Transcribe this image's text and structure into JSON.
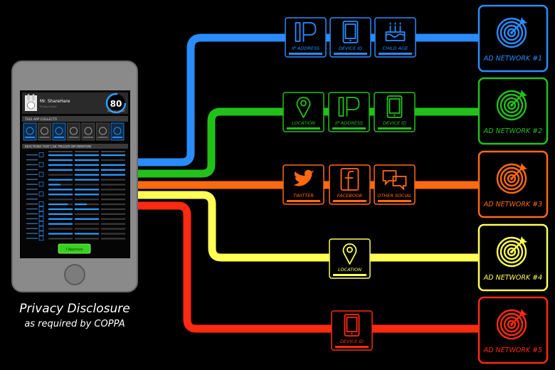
{
  "caption": {
    "title": "Privacy Disclosure",
    "subtitle": "as required by COPPA"
  },
  "phone": {
    "user_name": "Mr. ShareHare",
    "user_sub": "Privacy Score",
    "score": "80",
    "score_sub": "ADVISORY SCORE",
    "collects_title": "THIS APP COLLECTS",
    "reactions_title": "REACTIONS THAT CAN TRIGGER INFORMATION",
    "button": "I Approve"
  },
  "colors": {
    "ad1": "#2a8cff",
    "ad2": "#22c11a",
    "ad3": "#ff6a10",
    "ad4": "#ffff55",
    "ad5": "#ff2a10"
  },
  "networks": [
    {
      "label": "AD NETWORK #1",
      "color": "#2a8cff",
      "icon": "target-icon"
    },
    {
      "label": "AD NETWORK #2",
      "color": "#22c11a",
      "icon": "target-icon"
    },
    {
      "label": "AD NETWORK #3",
      "color": "#ff6a10",
      "icon": "target-icon"
    },
    {
      "label": "AD NETWORK #4",
      "color": "#ffff55",
      "icon": "target-icon"
    },
    {
      "label": "AD NETWORK #5",
      "color": "#ff2a10",
      "icon": "target-icon"
    }
  ],
  "data_items": [
    {
      "network": 0,
      "label": "IP ADDRESS",
      "icon": "ip-icon"
    },
    {
      "network": 0,
      "label": "DEVICE ID",
      "icon": "tablet-icon"
    },
    {
      "network": 0,
      "label": "CHILD AGE",
      "icon": "cake-icon"
    },
    {
      "network": 1,
      "label": "LOCATION",
      "icon": "location-pin-icon"
    },
    {
      "network": 1,
      "label": "IP ADDRESS",
      "icon": "ip-icon"
    },
    {
      "network": 1,
      "label": "DEVICE ID",
      "icon": "tablet-icon"
    },
    {
      "network": 2,
      "label": "TWITTER",
      "icon": "twitter-bird-icon"
    },
    {
      "network": 2,
      "label": "FACEBOOK",
      "icon": "facebook-icon"
    },
    {
      "network": 2,
      "label": "OTHER SOCIAL",
      "icon": "speech-bubbles-icon"
    },
    {
      "network": 3,
      "label": "LOCATION",
      "icon": "location-pin-icon"
    },
    {
      "network": 4,
      "label": "DEVICE ID",
      "icon": "tablet-icon"
    }
  ]
}
